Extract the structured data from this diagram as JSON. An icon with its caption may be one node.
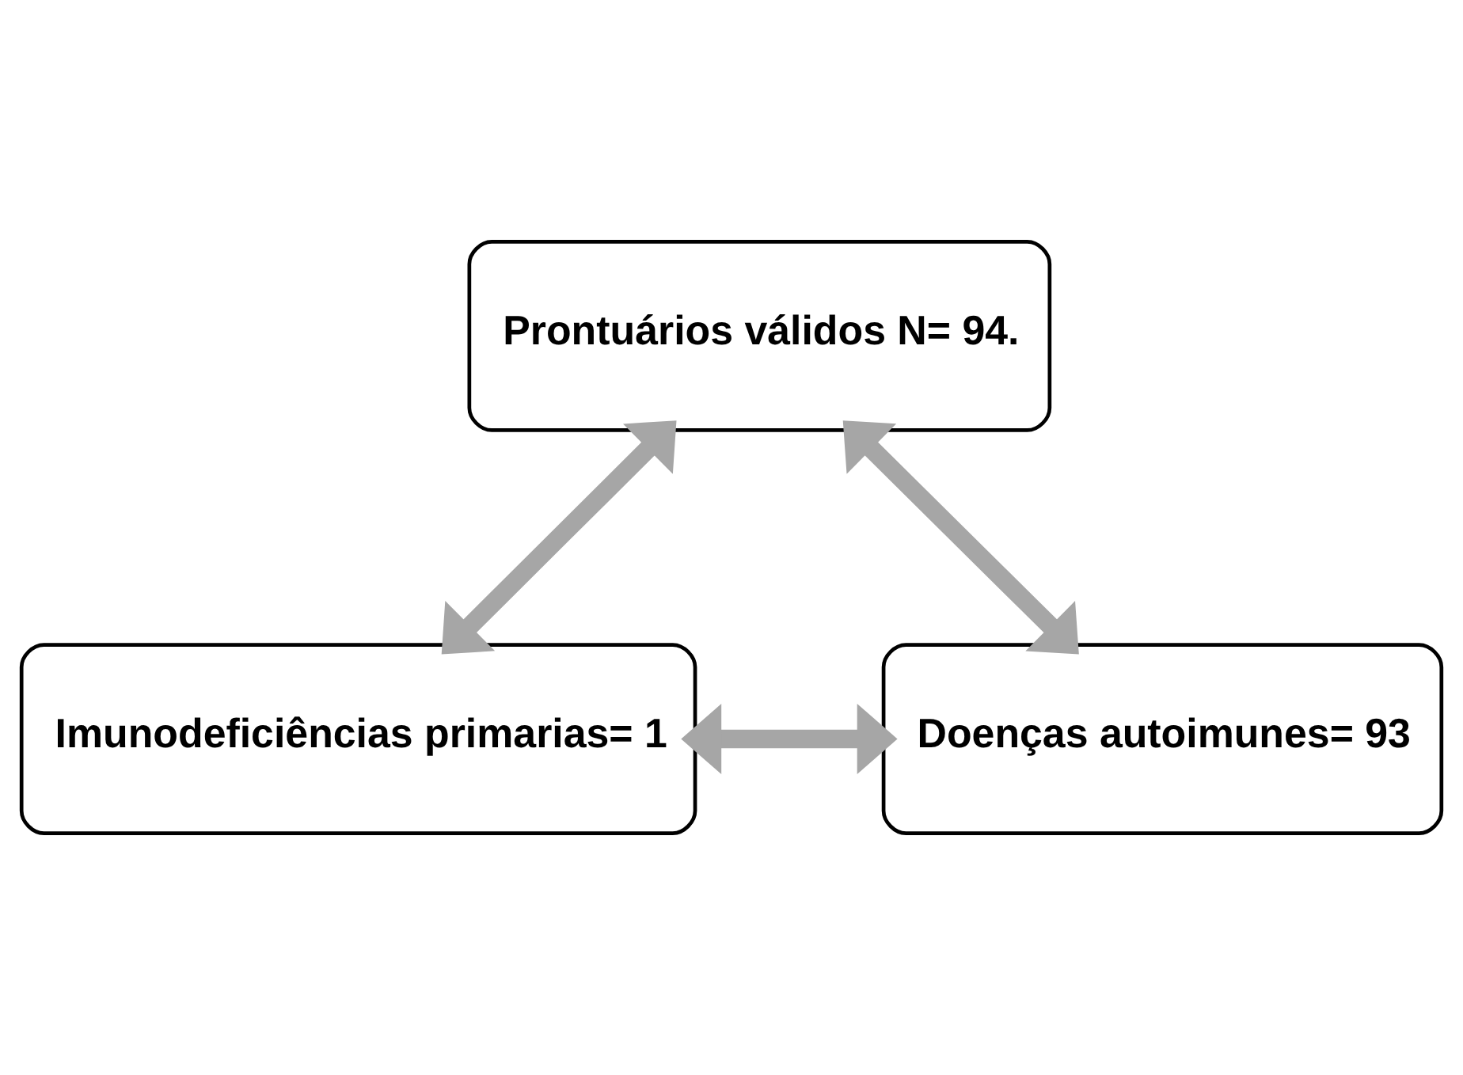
{
  "diagram": {
    "nodes": [
      {
        "text": [
          "Prontuários válidos N= 94."
        ]
      },
      {
        "text": [
          "Imunodeficiências primarias= 1"
        ]
      },
      {
        "text": [
          "Doenças autoimunes= 93"
        ]
      }
    ],
    "edges": [
      {
        "from": 1,
        "to": 0,
        "arrow": "both"
      },
      {
        "from": 0,
        "to": 2,
        "arrow": "both"
      },
      {
        "from": 1,
        "to": 2,
        "arrow": "both"
      }
    ]
  }
}
